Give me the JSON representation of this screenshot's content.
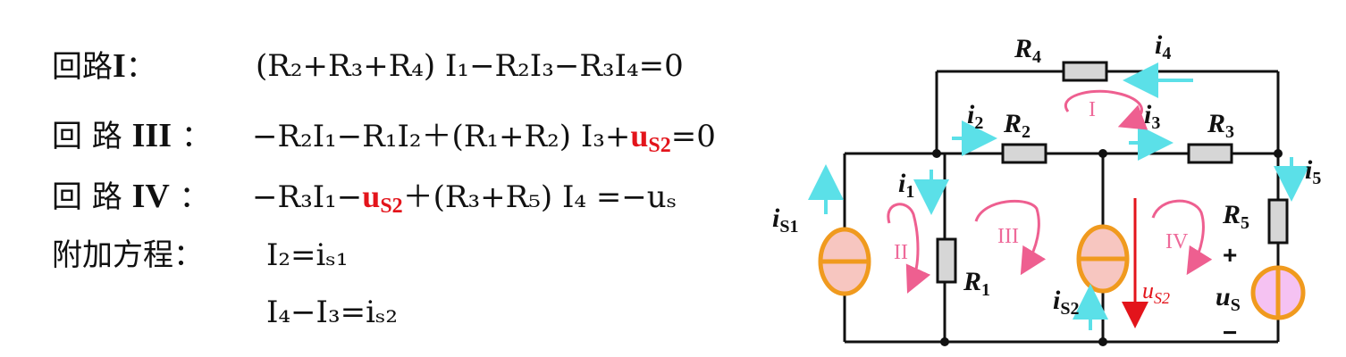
{
  "equations": {
    "loop1": {
      "label": "回路",
      "roman": "I",
      "colon": "：",
      "expr": "(R₂+R₃+R₄) I₁−R₂I₃−R₃I₄=0"
    },
    "loop3": {
      "label": "回 路",
      "roman": "III",
      "colon": "：",
      "expr_pre": "−R₂I₁−R₁I₂＋(R₁+R₂) I₃+",
      "red_main": "u",
      "red_sub": "S2",
      "expr_post": "=0"
    },
    "loop4": {
      "label": "回 路",
      "roman": "IV",
      "colon": "：",
      "expr_pre": "−R₃I₁−",
      "red_main": "u",
      "red_sub": "S2",
      "expr_post": "＋(R₃+R₅) I₄ =−uₛ"
    },
    "extra": {
      "label": "附加方程：",
      "eq1": "I₂=iₛ₁",
      "eq2": "I₄−I₃=iₛ₂"
    }
  },
  "circuit": {
    "resistors": {
      "R1": {
        "main": "R",
        "sub": "1"
      },
      "R2": {
        "main": "R",
        "sub": "2"
      },
      "R3": {
        "main": "R",
        "sub": "3"
      },
      "R4": {
        "main": "R",
        "sub": "4"
      },
      "R5": {
        "main": "R",
        "sub": "5"
      }
    },
    "currents": {
      "i1": {
        "main": "i",
        "sub": "1"
      },
      "i2": {
        "main": "i",
        "sub": "2"
      },
      "i3": {
        "main": "i",
        "sub": "3"
      },
      "i4": {
        "main": "i",
        "sub": "4"
      },
      "i5": {
        "main": "i",
        "sub": "5"
      }
    },
    "sources": {
      "iS1": {
        "main": "i",
        "sub": "S1"
      },
      "iS2": {
        "main": "i",
        "sub": "S2"
      },
      "uS": {
        "main": "u",
        "sub": "S"
      },
      "uS2": {
        "main": "u",
        "sub": "S2"
      }
    },
    "polarity": {
      "plus": "+",
      "minus": "−"
    },
    "loops": {
      "I": "I",
      "II": "II",
      "III": "III",
      "IV": "IV"
    },
    "colors": {
      "wire": "#111111",
      "resistor_fill": "#d6d6d6",
      "source_fill": "#f7c6c0",
      "source_stroke": "#f09a1e",
      "us_fill": "#f5c2f2",
      "current_arrow": "#5be0e8",
      "loop_arrow": "#ee5f90",
      "us2_arrow": "#e3141b"
    }
  }
}
